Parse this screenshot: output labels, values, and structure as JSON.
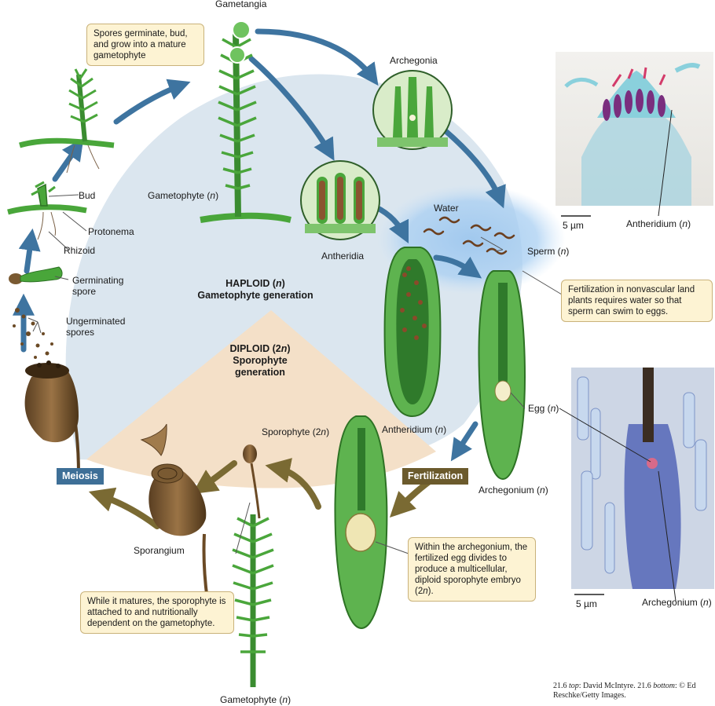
{
  "labels": {
    "gametangia": "Gametangia",
    "archegonia": "Archegonia",
    "gametophyte_n_prefix": "Gametophyte (",
    "n": "n",
    "paren_close": ")",
    "antheridia": "Antheridia",
    "water": "Water",
    "sperm_prefix": "Sperm (",
    "bud": "Bud",
    "protonema": "Protonema",
    "rhizoid": "Rhizoid",
    "germinating_spore": "Germinating\nspore",
    "ungerminated_spores": "Ungerminated\nspores",
    "antheridium_prefix": "Antheridium (",
    "egg_prefix": "Egg (",
    "archegonium_prefix": "Archegonium (",
    "sporophyte_prefix": "Sporophyte (2",
    "sporangium": "Sporangium",
    "scale_top": "5 µm",
    "scale_bottom": "5 µm"
  },
  "generations": {
    "haploid_line1_prefix": "HAPLOID (",
    "haploid_line1_suffix": ")",
    "haploid_line2": "Gametophyte generation",
    "diploid_line1_prefix": "DIPLOID (2",
    "diploid_line1_suffix": ")",
    "diploid_line2": "Sporophyte",
    "diploid_line3": "generation"
  },
  "tags": {
    "meiosis": "Meiosis",
    "fertilization": "Fertilization"
  },
  "callouts": {
    "germinate": "Spores germinate, bud, and grow into a mature gametophyte",
    "water": "Fertilization in nonvascular land plants requires water so that sperm can swim to eggs.",
    "embryo_prefix": "Within the archegonium, the fertilized egg divides to produce a multicellular, diploid sporophyte embryo (2",
    "embryo_suffix": ").",
    "sporophyte": "While it matures, the sporophyte is attached to and nutritionally dependent on the gametophyte."
  },
  "credit": {
    "top_prefix": "21.6 ",
    "top": "top",
    "mid": ": David McIntyre. 21.6 ",
    "bottom": "bottom",
    "end": ": © Ed Reschke/Getty Images."
  },
  "colors": {
    "haploid_zone": "#dbe6ef",
    "diploid_zone": "#f4e0c8",
    "blue_arrow": "#3e74a0",
    "olive_arrow": "#7a6a33",
    "plant_green": "#3f9a36",
    "water": "#9ec7ee",
    "callout_fill": "#fdf3d3"
  }
}
